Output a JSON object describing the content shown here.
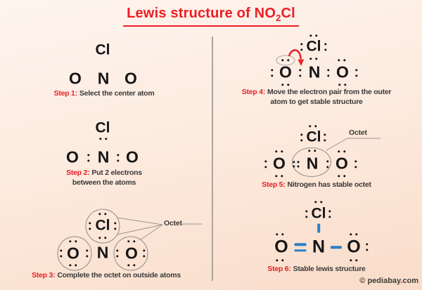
{
  "title": {
    "prefix": "Lewis structure of NO",
    "subscript": "2",
    "suffix": "Cl"
  },
  "atoms": {
    "cl": "Cl",
    "n": "N",
    "o": "O"
  },
  "octet_label": "Octet",
  "steps": [
    {
      "label": "Step 1:",
      "text": "Select the center atom"
    },
    {
      "label": "Step 2:",
      "text": "Put 2 electrons between the atoms"
    },
    {
      "label": "Step 3:",
      "text": "Complete the octet on outside atoms"
    },
    {
      "label": "Step 4:",
      "text": "Move the electron pair from the outer atom to get stable structure"
    },
    {
      "label": "Step 5:",
      "text": "Nitrogen has stable octet"
    },
    {
      "label": "Step 6:",
      "text": "Stable lewis structure"
    }
  ],
  "watermark": "© pediabay.com",
  "colors": {
    "accent_red": "#ee1d25",
    "bond_blue": "#2a81c9",
    "text_dark": "#3b393a"
  }
}
